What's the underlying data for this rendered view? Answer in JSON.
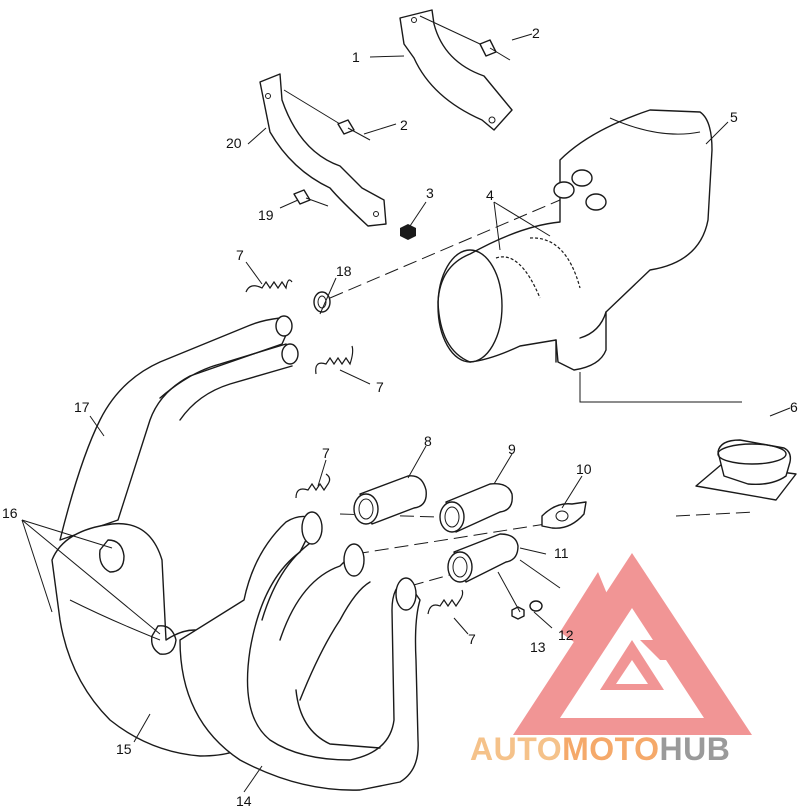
{
  "callouts": [
    {
      "id": "1",
      "label": "1"
    },
    {
      "id": "2a",
      "label": "2"
    },
    {
      "id": "2b",
      "label": "2"
    },
    {
      "id": "3",
      "label": "3"
    },
    {
      "id": "4",
      "label": "4"
    },
    {
      "id": "5",
      "label": "5"
    },
    {
      "id": "6",
      "label": "6"
    },
    {
      "id": "7a",
      "label": "7"
    },
    {
      "id": "7b",
      "label": "7"
    },
    {
      "id": "7c",
      "label": "7"
    },
    {
      "id": "7d",
      "label": "7"
    },
    {
      "id": "8",
      "label": "8"
    },
    {
      "id": "9",
      "label": "9"
    },
    {
      "id": "10",
      "label": "10"
    },
    {
      "id": "11",
      "label": "11"
    },
    {
      "id": "12",
      "label": "12"
    },
    {
      "id": "13",
      "label": "13"
    },
    {
      "id": "14",
      "label": "14"
    },
    {
      "id": "15",
      "label": "15"
    },
    {
      "id": "16",
      "label": "16"
    },
    {
      "id": "17",
      "label": "17"
    },
    {
      "id": "18",
      "label": "18"
    },
    {
      "id": "19",
      "label": "19"
    },
    {
      "id": "20",
      "label": "20"
    }
  ],
  "watermark": {
    "part1": "AUTO",
    "part2": "MOTO",
    "part3": "HUB",
    "colors": {
      "logo": "#f08a8a",
      "text_light": "#f5c28a",
      "text_dark": "#9a9a9a"
    }
  }
}
